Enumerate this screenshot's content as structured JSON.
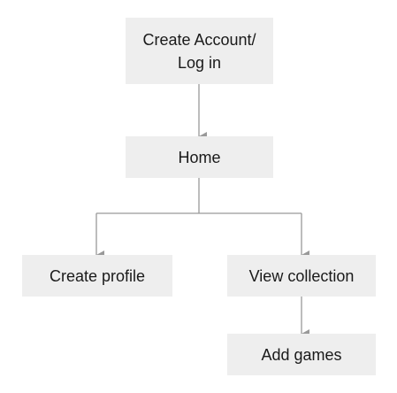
{
  "diagram": {
    "line_color": "#999999",
    "node_fill": "#eeeeee",
    "text_color": "#1a1a1a",
    "nodes": {
      "account": {
        "line1": "Create Account/",
        "line2": "Log in"
      },
      "home": {
        "label": "Home"
      },
      "profile": {
        "label": "Create profile"
      },
      "view": {
        "label": "View collection"
      },
      "add": {
        "label": "Add games"
      }
    },
    "edges": [
      {
        "from": "account",
        "to": "home"
      },
      {
        "from": "home",
        "to": "profile"
      },
      {
        "from": "home",
        "to": "view"
      },
      {
        "from": "view",
        "to": "add"
      }
    ]
  }
}
